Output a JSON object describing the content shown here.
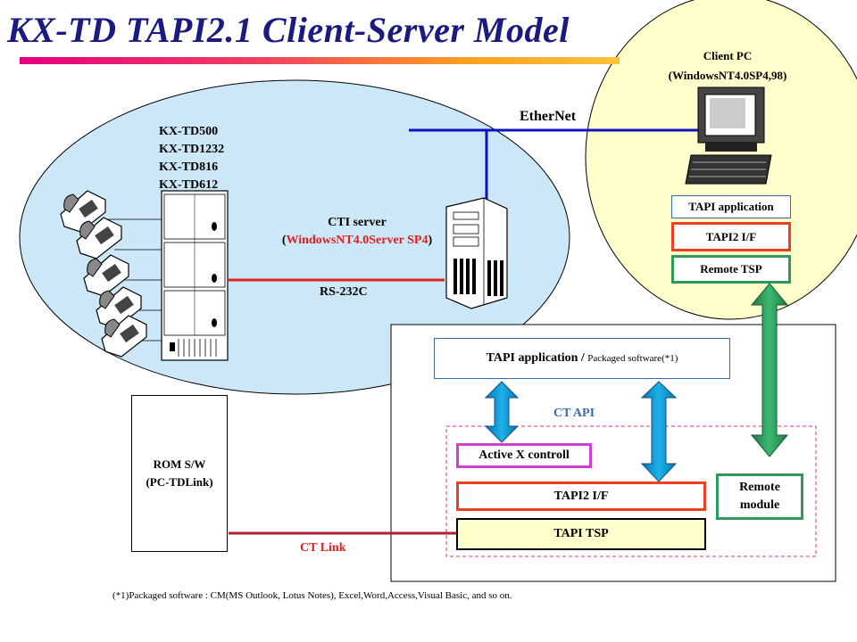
{
  "title": "KX-TD TAPI2.1 Client-Server Model",
  "pbx": {
    "models": [
      "KX-TD500",
      "KX-TD1232",
      "KX-TD816",
      "KX-TD612"
    ]
  },
  "cti_server": {
    "label": "CTI server",
    "os_open": "(",
    "os": "WindowsNT4.0Server SP4",
    "os_close": ")"
  },
  "links": {
    "rs232c": "RS-232C",
    "ethernet": "EtherNet",
    "ct_link": "CT Link",
    "ct_api": "CT API"
  },
  "client_pc": {
    "label": "Client PC",
    "os": "(WindowsNT4.0SP4,98)",
    "tapi_application": "TAPI application",
    "tapi2_if": "TAPI2 I/F",
    "remote_tsp": "Remote TSP"
  },
  "server_stack": {
    "tapi_app_main": "TAPI application",
    "tapi_app_sep": " / ",
    "tapi_app_pkg": "Packaged software(*1)",
    "activex": "Active X controll",
    "tapi2_if": "TAPI2 I/F",
    "tapi_tsp": "TAPI TSP",
    "remote_module_1": "Remote",
    "remote_module_2": "module"
  },
  "rom": {
    "line1": "ROM S/W",
    "line2": "(PC-TDLink)"
  },
  "footnote": "(*1)Packaged software : CM(MS Outlook, Lotus Notes), Excel,Word,Access,Visual  Basic, and so on.",
  "colors": {
    "title": "#1a1a80",
    "ellipse_server": "#cce8f8",
    "ellipse_client": "#ffffcc",
    "ethernet_line": "#1010c0",
    "serial_line": "#e02020",
    "ct_link_line": "#b02030",
    "arrow_blue": "#0095d0",
    "arrow_green": "#2e9a5a",
    "activex_border": "#d040d0",
    "tapi_if_border": "#e84020",
    "tsp_border": "#2e9a5a"
  }
}
